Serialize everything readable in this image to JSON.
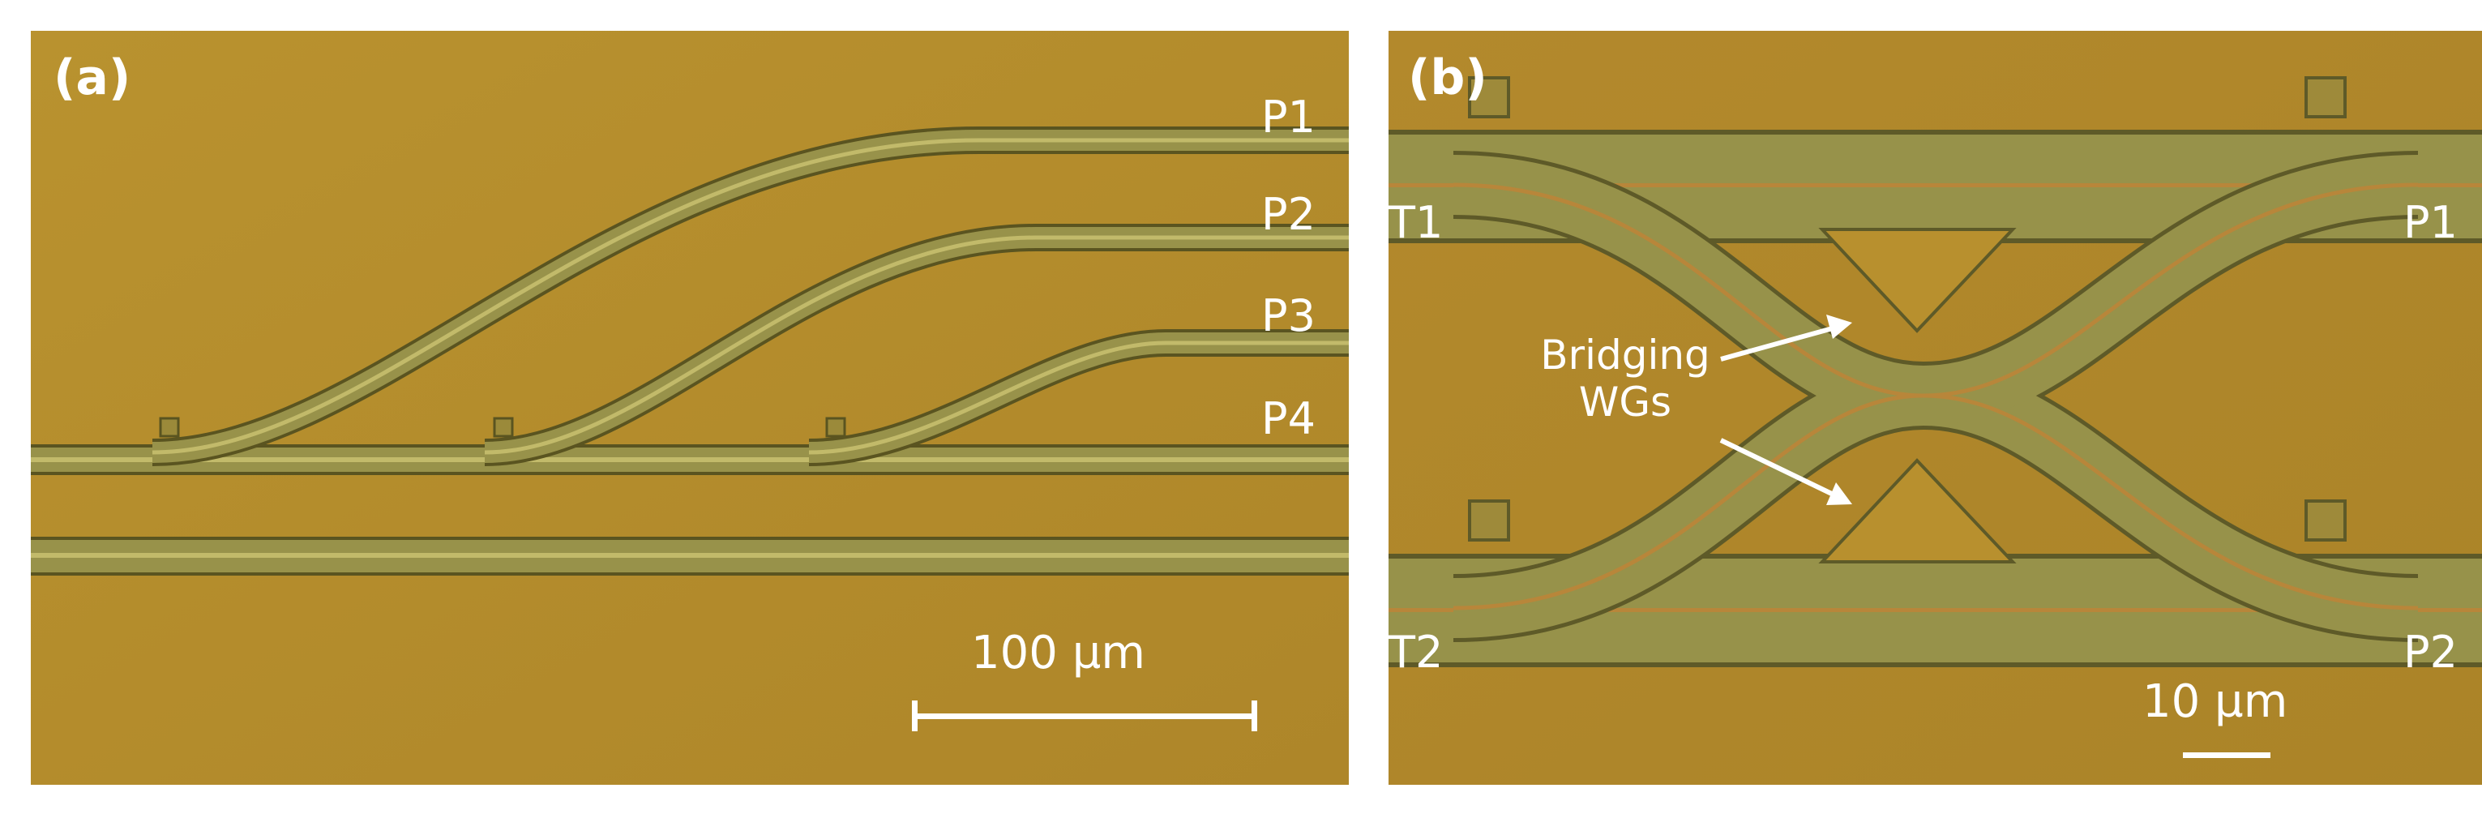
{
  "panel_a": {
    "label": "(a)",
    "ports": [
      "P1",
      "P2",
      "P3",
      "P4"
    ],
    "scale_bar": "100 µm"
  },
  "panel_b": {
    "label": "(b)",
    "ports_left": [
      "T1",
      "T2"
    ],
    "ports_right": [
      "P1",
      "P2"
    ],
    "annotation_line1": "Bridging",
    "annotation_line2": "WGs",
    "scale_bar": "10 µm"
  },
  "colors": {
    "substrate": "#b58d2e",
    "waveguide_fill": "#98924a",
    "waveguide_core": "#c2ba6a",
    "waveguide_edge": "#5a5420",
    "bridge_core": "#b8863a",
    "label": "#ffffff"
  },
  "icons": [
    "arrow-icon",
    "scale-bar-icon"
  ]
}
